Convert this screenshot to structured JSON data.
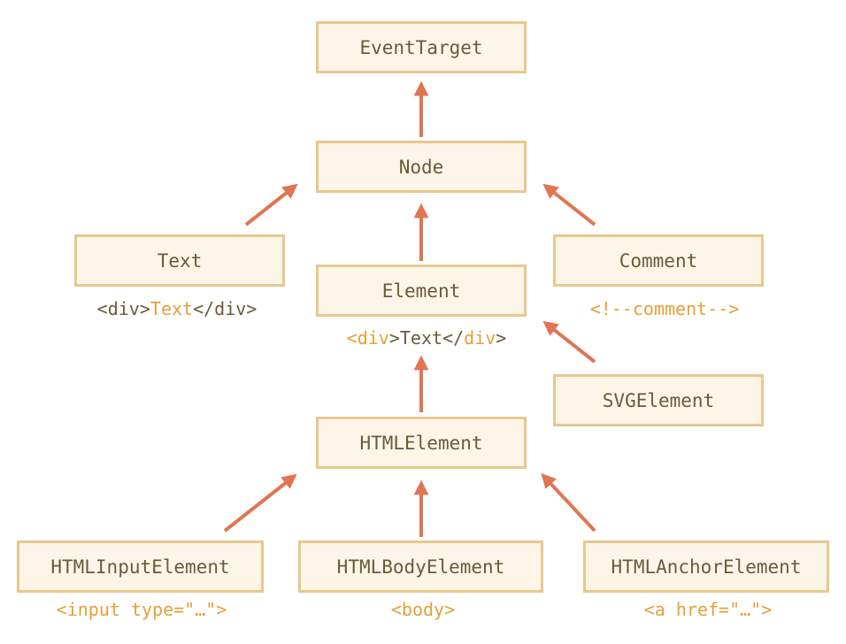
{
  "nodes": {
    "event_target": "EventTarget",
    "node": "Node",
    "text": "Text",
    "comment": "Comment",
    "element": "Element",
    "svg_element": "SVGElement",
    "html_element": "HTMLElement",
    "html_input_element": "HTMLInputElement",
    "html_body_element": "HTMLBodyElement",
    "html_anchor_element": "HTMLAnchorElement"
  },
  "examples": {
    "text": {
      "before": "<div>",
      "highlight": "Text",
      "after": "</div>"
    },
    "comment": {
      "full": "<!--comment-->"
    },
    "element": {
      "open_bracket": "<",
      "tag": "div",
      "middle": ">Text</",
      "tag2": "div",
      "close_bracket": ">"
    },
    "input": {
      "full": "<input type=\"…\">"
    },
    "body": {
      "full": "<body>"
    },
    "anchor": {
      "full": "<a href=\"…\">"
    }
  },
  "colors": {
    "box_fill": "#fdf6e8",
    "box_border": "#e8c88e",
    "text": "#6b5a3a",
    "highlight": "#e5a03a",
    "arrow": "#e07552"
  }
}
